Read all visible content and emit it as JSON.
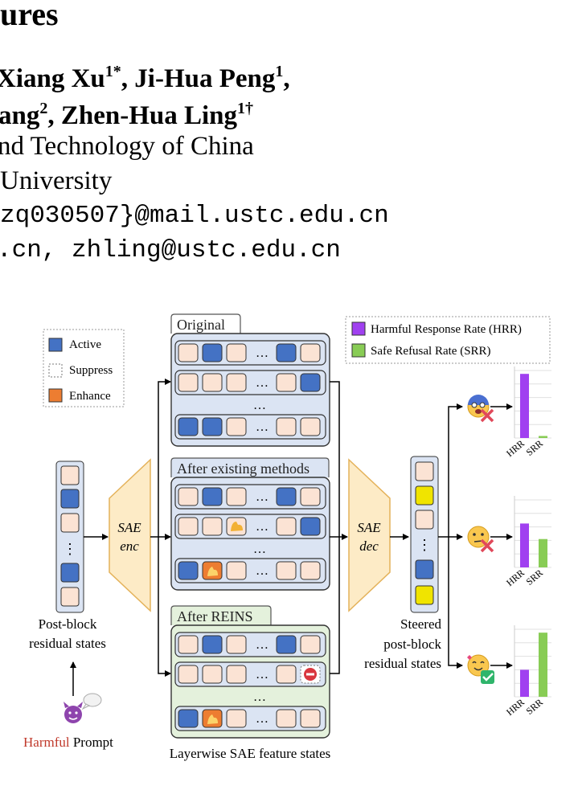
{
  "header": {
    "title_fragment": "ures",
    "authors_line1": [
      "Xiang Xu",
      "1*",
      ", Ji-Hua Peng",
      "1",
      ","
    ],
    "authors_line2": [
      "ang",
      "2",
      ", Zhen-Hua Ling",
      "1†"
    ],
    "affiliation1": "nd Technology of China",
    "affiliation2": "University",
    "email1": "zq030507}@mail.ustc.edu.cn",
    "email2": ".cn, zhling@ustc.edu.cn"
  },
  "figure": {
    "legend_states": [
      {
        "label": "Active",
        "color": "#4472c4"
      },
      {
        "label": "Suppress",
        "color": "#ffffff"
      },
      {
        "label": "Enhance",
        "color": "#ed7d31"
      }
    ],
    "legend_metrics": [
      {
        "label": "Harmful Response Rate (HRR)",
        "color": "#a040f0"
      },
      {
        "label": "Safe Refusal Rate (SRR)",
        "color": "#88cc55"
      }
    ],
    "panels": [
      {
        "label": "Original",
        "color": "#ffffff"
      },
      {
        "label": "After existing methods",
        "color": "#dbe4f3"
      },
      {
        "label": "After REINS",
        "color": "#e4f1dc"
      }
    ],
    "ellipsis": "…",
    "vdots": "⋮",
    "encoder": [
      "SAE",
      "enc"
    ],
    "decoder": [
      "SAE",
      "dec"
    ],
    "input_label": [
      "Post-block",
      "residual states"
    ],
    "output_label": [
      "Steered",
      "post-block",
      "residual states"
    ],
    "prompt": {
      "harmful": "Harmful",
      "rest": " Prompt"
    },
    "caption": "Layerwise SAE feature states",
    "emoji_faces": [
      "scared-face-icon",
      "hesitant-face-icon",
      "happy-face-icon"
    ],
    "status_marks": [
      "x-icon",
      "x-icon",
      "check-icon"
    ]
  },
  "chart_data": [
    {
      "type": "bar",
      "categories": [
        "HRR",
        "SRR"
      ],
      "values": [
        0.95,
        0.03
      ],
      "colors": [
        "#a040f0",
        "#88cc55"
      ],
      "ylim": [
        0,
        1
      ]
    },
    {
      "type": "bar",
      "categories": [
        "HRR",
        "SRR"
      ],
      "values": [
        0.65,
        0.42
      ],
      "colors": [
        "#a040f0",
        "#88cc55"
      ],
      "ylim": [
        0,
        1
      ]
    },
    {
      "type": "bar",
      "categories": [
        "HRR",
        "SRR"
      ],
      "values": [
        0.4,
        0.95
      ],
      "colors": [
        "#a040f0",
        "#88cc55"
      ],
      "ylim": [
        0,
        1
      ]
    }
  ]
}
